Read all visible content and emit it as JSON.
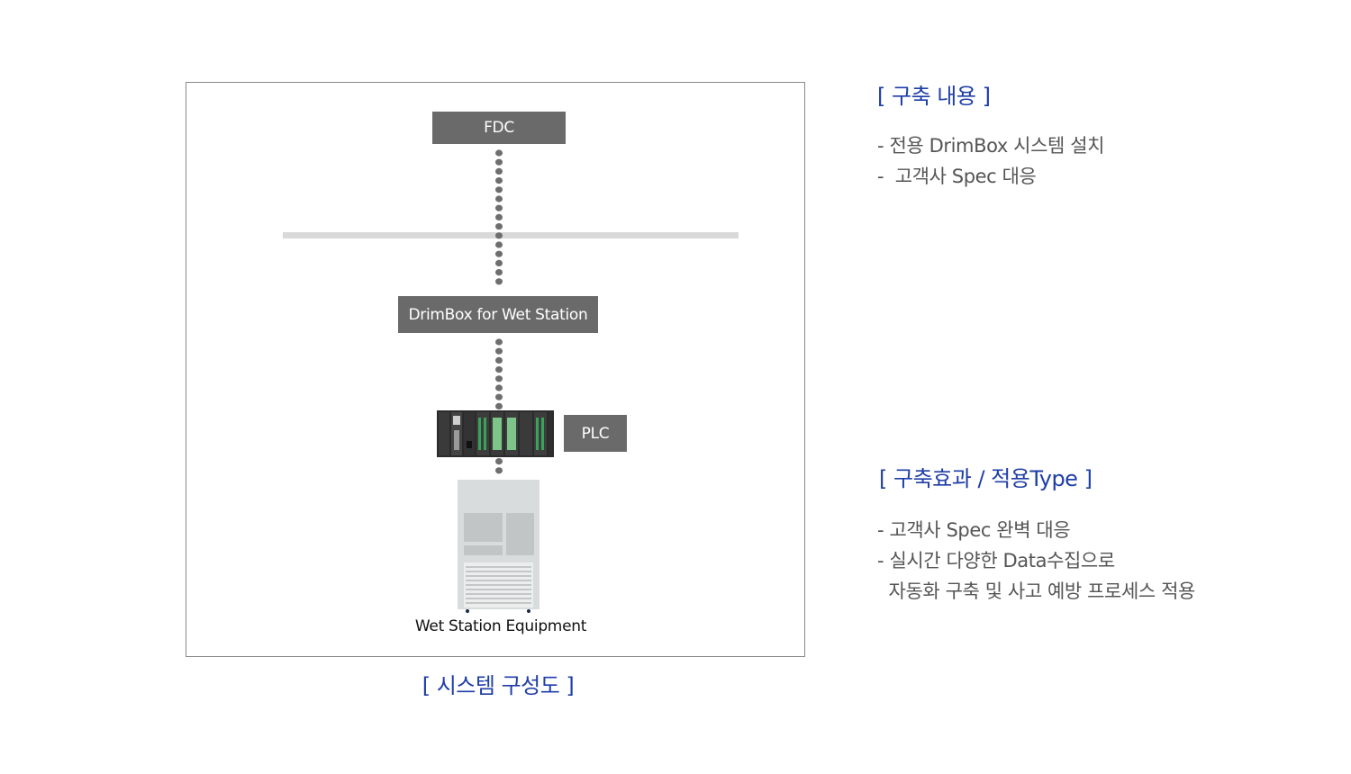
{
  "diagram": {
    "nodes": {
      "fdc": "FDC",
      "drimbox": "DrimBox for  Wet Station",
      "plc": "PLC"
    },
    "equipment_label": "Wet Station Equipment",
    "caption": "[ 시스템 구성도 ]"
  },
  "content": {
    "heading": "[ 구축 내용 ]",
    "items": [
      "- 전용 DrimBox 시스템 설치",
      "-  고객사 Spec 대응"
    ]
  },
  "effects": {
    "heading": "[ 구축효과 / 적용Type ]",
    "items": [
      "- 고객사 Spec 완벽 대응",
      "- 실시간 다양한 Data수집으로",
      "  자동화 구축 및 사고 예방 프로세스 적용"
    ]
  },
  "colors": {
    "box": "#6a6a6a",
    "dots": "#6e6e6e",
    "heading": "#1f3ea8",
    "text": "#555555"
  },
  "icons": [
    "plc-hardware-icon",
    "wet-station-equipment-icon"
  ]
}
